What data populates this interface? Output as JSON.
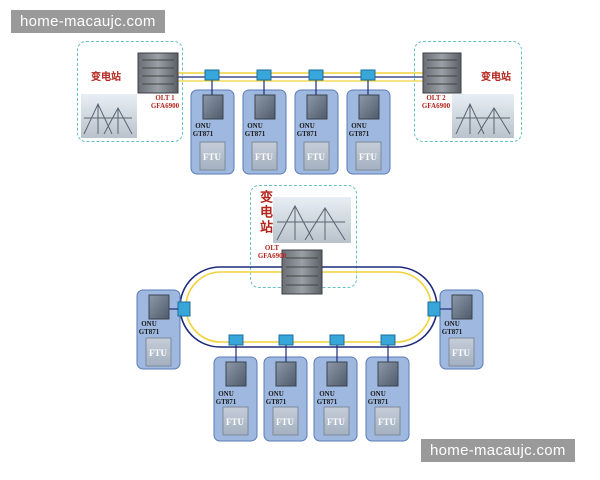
{
  "watermark_top": "home-macaujc.com",
  "watermark_bottom": "home-macaujc.com",
  "substation_label": "变电站",
  "olt1_label": "OLT 1",
  "olt1_model": "GFA6900",
  "olt2_label": "OLT 2",
  "olt2_model": "GFA6900",
  "olt3_label": "OLT",
  "olt3_model": "GFA6900",
  "onu_label": "ONU",
  "onu_model": "GT871",
  "ftu_label": "FTU",
  "colors": {
    "fiber_yellow": "#f1d23c",
    "fiber_navy": "#1f2b7a",
    "panel_blue": "#9fb8df",
    "dashed_cyan": "#66c0c4",
    "label_red": "#b4241c"
  }
}
